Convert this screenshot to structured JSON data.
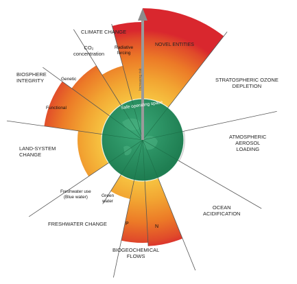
{
  "colors": {
    "safe_green": "#2f9b68",
    "uncertainty_yellow": "#f7c743",
    "mid_orange": "#f08c24",
    "high_risk_red": "#d9272e",
    "arrow_grey": "#9a9a9a"
  },
  "boundaries": {
    "climate_change": "CLIMATE CHANGE",
    "co2": "CO₂\nconcentration",
    "radiative": "Radiative\nforcing",
    "novel_entities": "NOVEL ENTITIES",
    "ozone": "STRATOSPHERIC OZONE\nDEPLETION",
    "aerosol": "ATMOSPHERIC\nAEROSOL\nLOADING",
    "ocean": "OCEAN\nACIDIFICATION",
    "biogeochemical": "BIOGEOCHEMICAL\nFLOWS",
    "p": "P",
    "n": "N",
    "freshwater_change": "FRESHWATER CHANGE",
    "green_water": "Green\nwater",
    "blue_water": "Freshwater use\n(Blue water)",
    "land_system": "LAND-SYSTEM\nCHANGE",
    "biosphere": "BIOSPHERE\nINTEGRITY",
    "genetic": "Genetic",
    "functional": "Functional"
  },
  "axis_label": "Increasing risk",
  "safe_space_label": "Safe operating space"
}
